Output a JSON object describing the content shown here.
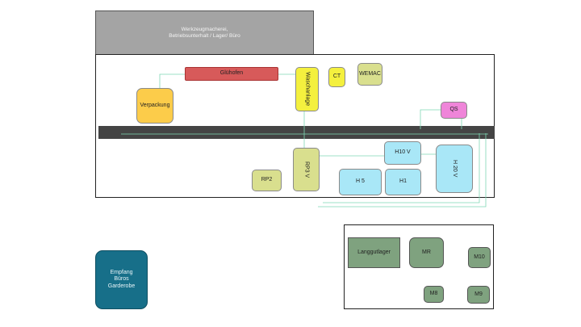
{
  "top_building": {
    "label": "Werkzeugmacherei,\nBetriebsunterhalt / Lager/ Büro"
  },
  "production_hall": {
    "stations": {
      "gluhofen": "Glühofen",
      "waschanlage": "Waschanlage",
      "ct": "CT",
      "wemac": "WEMAC",
      "verpackung": "Verpackung",
      "qs": "QS",
      "h10v": "H10 V",
      "h20v": "H 20 V",
      "rp2": "RP2",
      "rp3v": "RP3 V",
      "h5": "H 5",
      "h1": "H1"
    }
  },
  "office_block": {
    "label": "Empfang\nBüros\nGarderobe"
  },
  "storage_hall": {
    "stations": {
      "langgutlager": "Langgutlager",
      "mr": "MR",
      "m10": "M10",
      "m8": "M8",
      "m9": "M9"
    }
  },
  "colors": {
    "gluhofen": "#d75a5a",
    "waschanlage": "#f4f03e",
    "yellow_green": "#d9df8e",
    "verpackung": "#fccc4a",
    "qs": "#ef85d9",
    "cyan": "#a9e7f7",
    "office": "#176f89",
    "storage_green": "#7fa27f",
    "corridor": "#444444",
    "top_building": "#a4a4a4",
    "flow_line": "#7fd8b5"
  }
}
